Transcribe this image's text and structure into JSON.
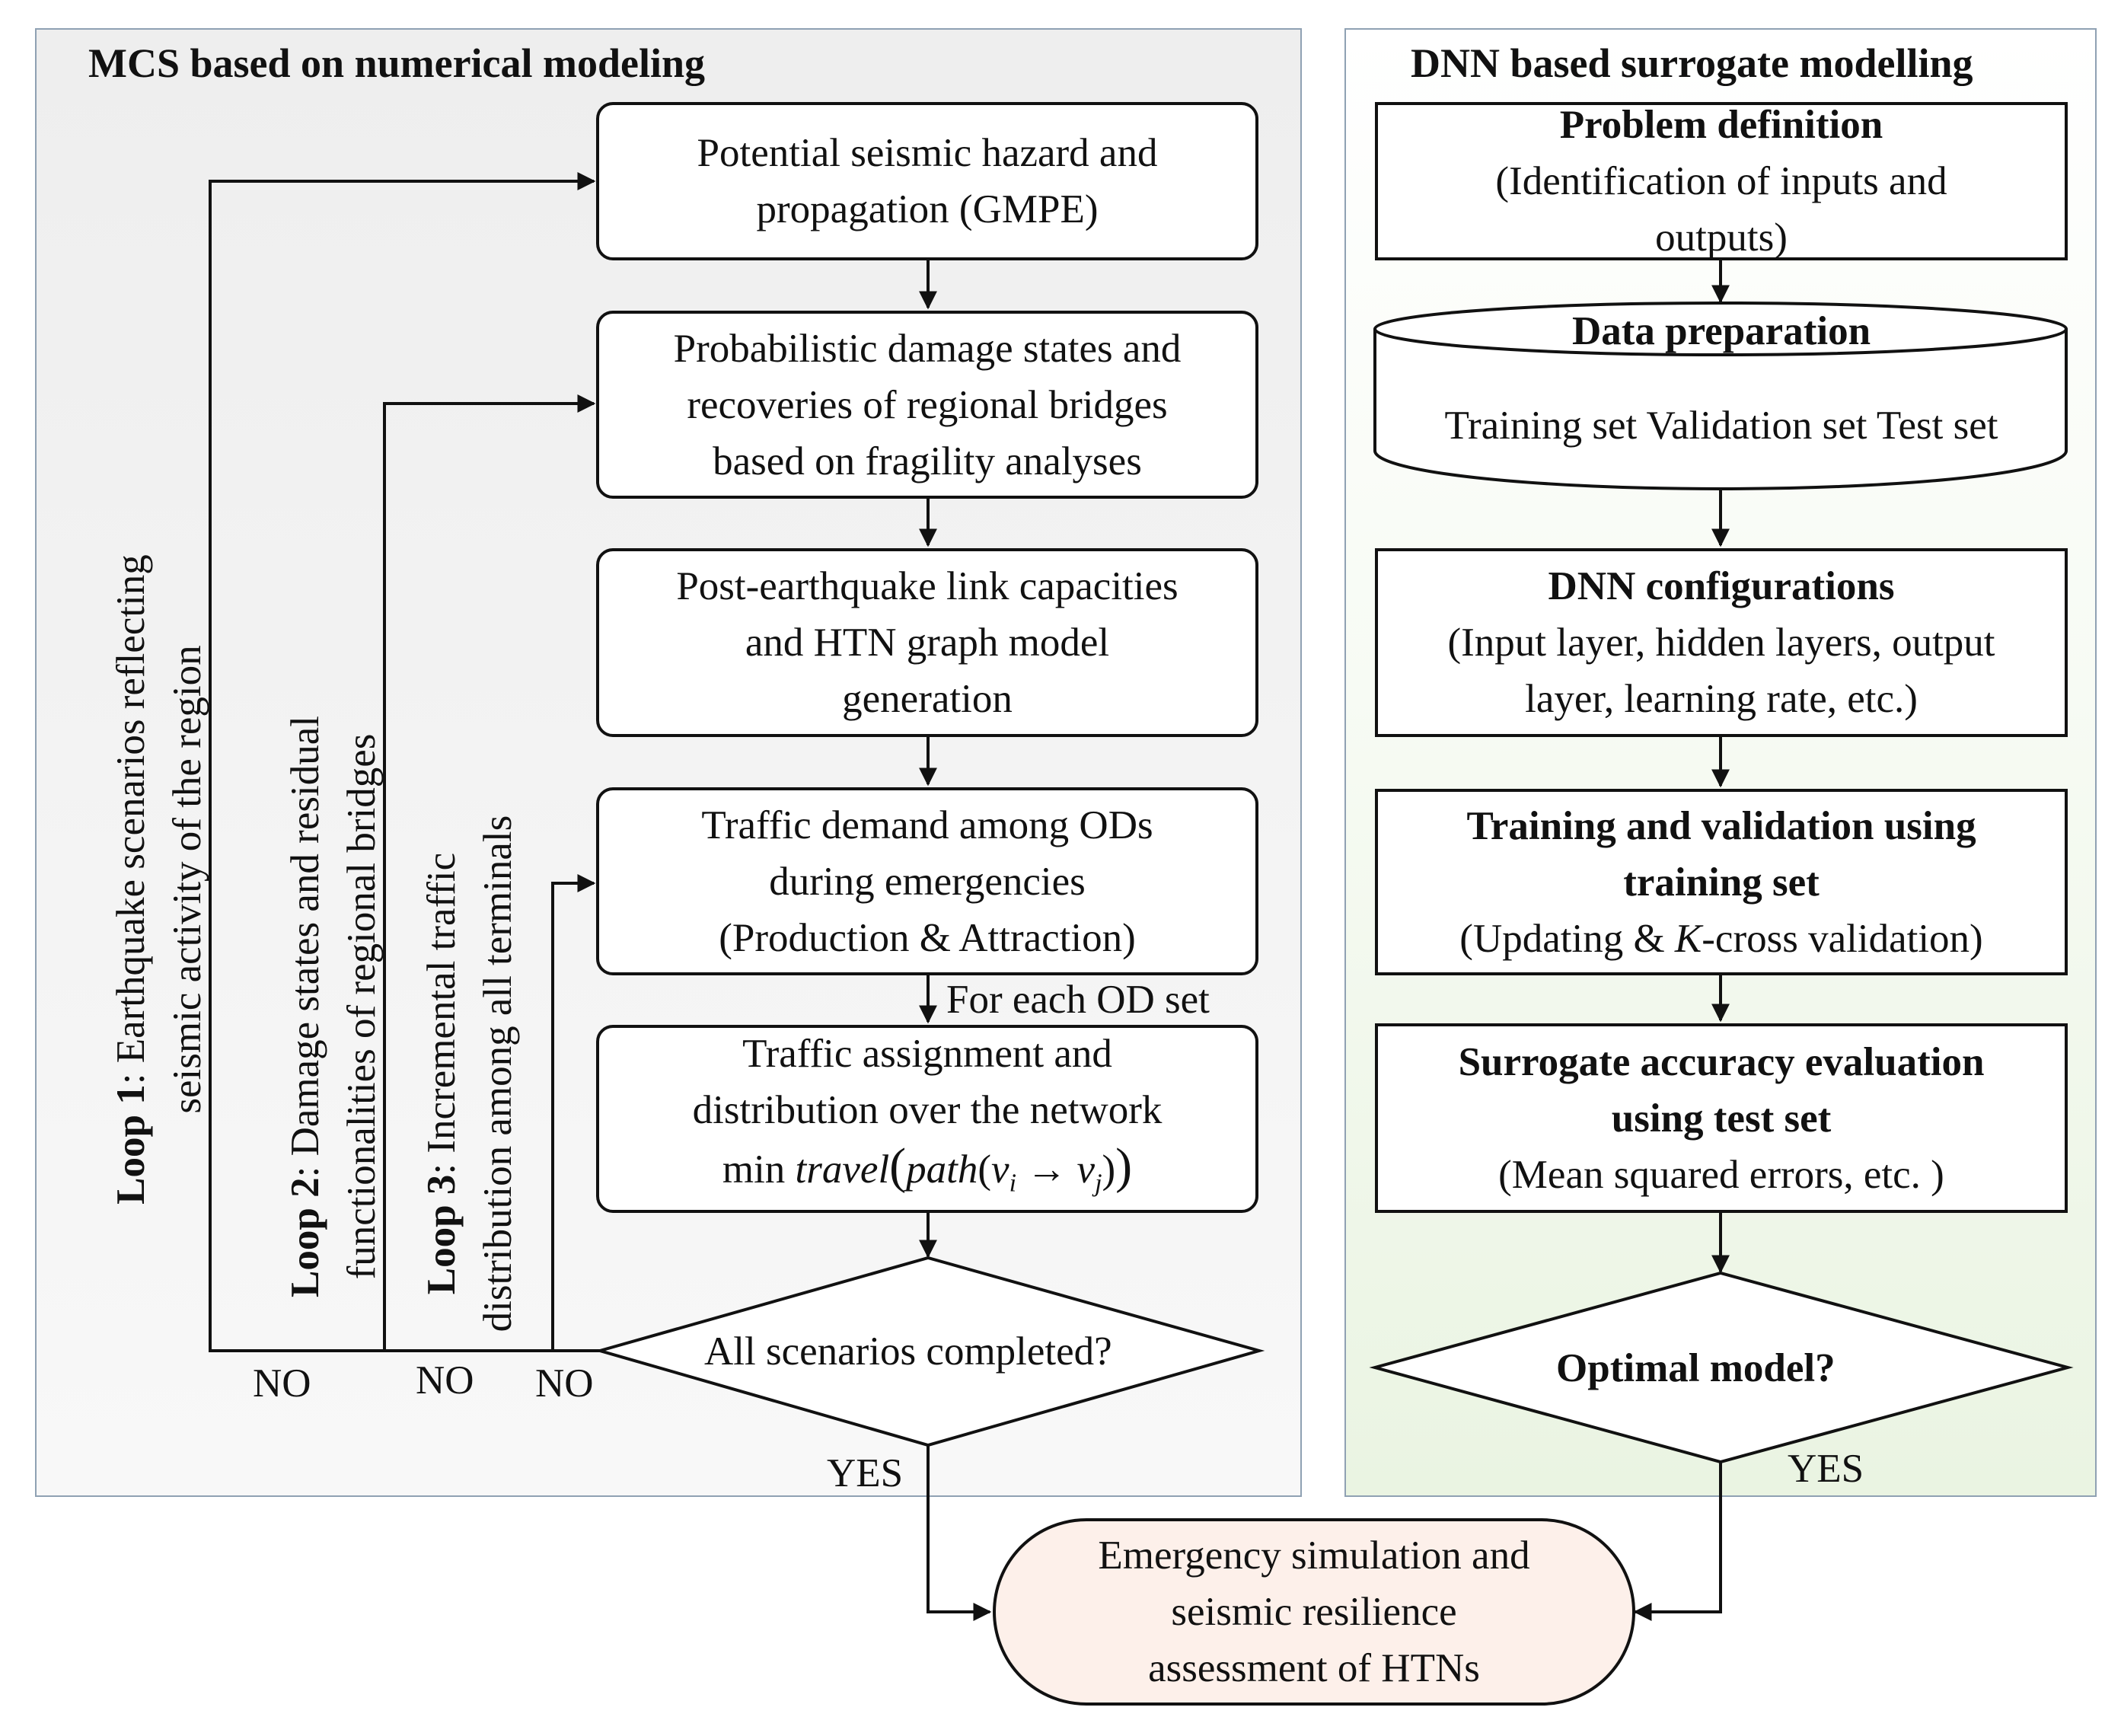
{
  "left_panel": {
    "title": "MCS based on numerical modeling",
    "steps": [
      {
        "lines": [
          "Potential seismic hazard and",
          "propagation (GMPE)"
        ]
      },
      {
        "lines": [
          "Probabilistic damage states and",
          "recoveries of regional bridges",
          "based on fragility analyses"
        ]
      },
      {
        "lines": [
          "Post-earthquake link capacities",
          "and HTN graph model",
          "generation"
        ]
      },
      {
        "lines": [
          "Traffic demand among ODs",
          "during emergencies",
          "(Production & Attraction)"
        ]
      },
      {
        "lines": [
          "Traffic assignment and",
          "distribution over the network"
        ],
        "formula": {
          "min": "min",
          "travel": "travel",
          "path": "path",
          "vi": "v",
          "i": "i",
          "arrow": "→",
          "vj": "v",
          "j": "j"
        }
      }
    ],
    "for_each_label": "For each OD set",
    "decision": "All scenarios completed?",
    "no_label": "NO",
    "yes_label": "YES",
    "loops": [
      {
        "bold": "Loop 1",
        "text1": ": Earthquake scenarios  reflecting",
        "text2": "seismic activity of the region"
      },
      {
        "bold": "Loop 2",
        "text1": ": Damage states and residual",
        "text2": "functionalities of regional bridges"
      },
      {
        "bold": "Loop 3",
        "text1": ": Incremental traffic",
        "text2": "distribution among all terminals"
      }
    ]
  },
  "right_panel": {
    "title": "DNN based surrogate modelling",
    "problem": {
      "title": "Problem definition",
      "lines": [
        "(Identification of inputs and",
        "outputs)"
      ]
    },
    "data_prep": {
      "title": "Data preparation",
      "sets": "Training set Validation set Test set"
    },
    "dnn_config": {
      "title": "DNN configurations",
      "lines": [
        "(Input layer, hidden layers, output",
        "layer, learning rate, etc.)"
      ]
    },
    "training": {
      "title_lines": [
        "Training and validation using",
        "training set"
      ],
      "sub_prefix": "(Updating & ",
      "sub_k": "K",
      "sub_suffix": "-cross validation)"
    },
    "surrogate": {
      "title_lines": [
        "Surrogate accuracy evaluation",
        "using test set"
      ],
      "lines": [
        "(Mean squared errors, etc. )"
      ]
    },
    "decision": "Optimal model?",
    "yes_label": "YES"
  },
  "final": {
    "lines": [
      "Emergency simulation and",
      "seismic resilience",
      "assessment of HTNs"
    ]
  }
}
